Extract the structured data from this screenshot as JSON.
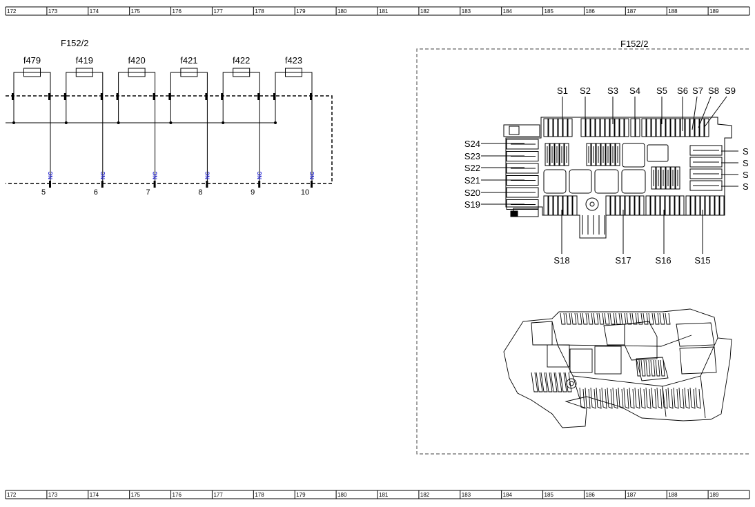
{
  "ruler": [
    "172",
    "173",
    "174",
    "175",
    "176",
    "177",
    "178",
    "179",
    "180",
    "181",
    "182",
    "183",
    "184",
    "185",
    "186",
    "187",
    "188",
    "189"
  ],
  "schematic": {
    "title": "F152/2",
    "fuses": [
      {
        "name": "f479",
        "pin": "5",
        "pin_label": "NC"
      },
      {
        "name": "f419",
        "pin": "6",
        "pin_label": "NC"
      },
      {
        "name": "f420",
        "pin": "7",
        "pin_label": "NC"
      },
      {
        "name": "f421",
        "pin": "8",
        "pin_label": "NC"
      },
      {
        "name": "f422",
        "pin": "9",
        "pin_label": "NC"
      },
      {
        "name": "f423",
        "pin": "10",
        "pin_label": "NC"
      }
    ]
  },
  "component": {
    "title": "F152/2",
    "top_labels": [
      "S1",
      "S2",
      "S3",
      "S4",
      "S5",
      "S6",
      "S7",
      "S8",
      "S9"
    ],
    "left_labels": [
      "S24",
      "S23",
      "S22",
      "S21",
      "S20",
      "S19"
    ],
    "right_labels": [
      "S",
      "S",
      "S",
      "S"
    ],
    "bottom_labels": [
      "S18",
      "S17",
      "S16",
      "S15"
    ]
  },
  "colors": {
    "line": "#000000",
    "nc_text": "#2a2ad6",
    "frame": "#666666"
  }
}
